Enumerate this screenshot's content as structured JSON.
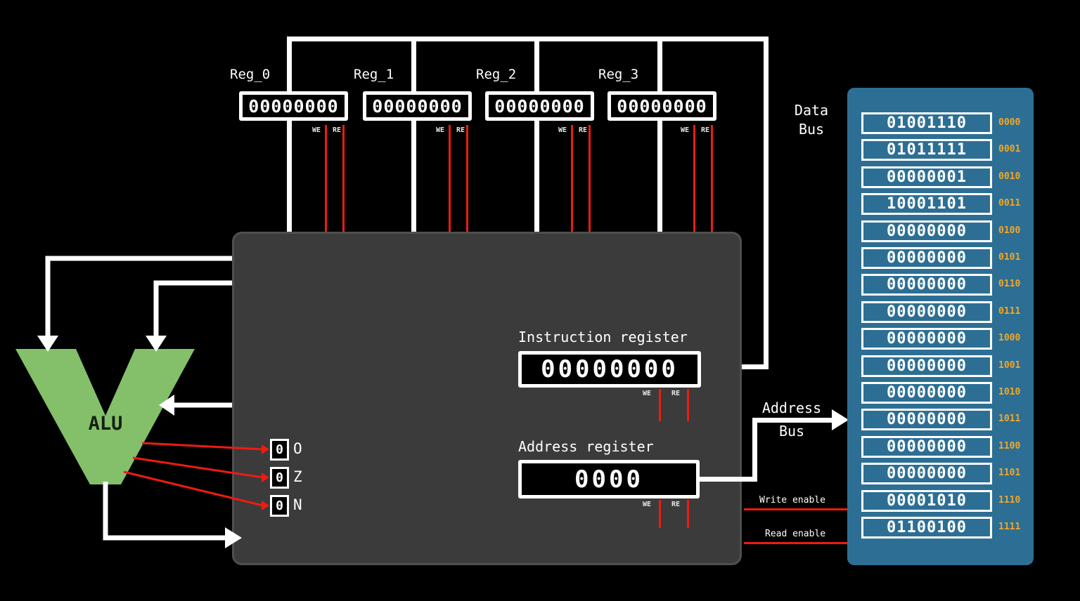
{
  "registers": {
    "items": [
      {
        "name": "Reg_0",
        "value": "00000000"
      },
      {
        "name": "Reg_1",
        "value": "00000000"
      },
      {
        "name": "Reg_2",
        "value": "00000000"
      },
      {
        "name": "Reg_3",
        "value": "00000000"
      }
    ]
  },
  "instruction_register": {
    "label": "Instruction register",
    "value": "00000000"
  },
  "address_register": {
    "label": "Address register",
    "value": "0000"
  },
  "alu": {
    "label": "ALU"
  },
  "flags": [
    {
      "label": "O",
      "value": "0"
    },
    {
      "label": "Z",
      "value": "0"
    },
    {
      "label": "N",
      "value": "0"
    }
  ],
  "buses": {
    "data": {
      "line1": "Data",
      "line2": "Bus"
    },
    "address": {
      "line1": "Address",
      "line2": "Bus"
    }
  },
  "signals": {
    "we": "WE",
    "re": "RE",
    "write_enable": "Write enable",
    "read_enable": "Read enable"
  },
  "memory": {
    "rows": [
      {
        "value": "01001110",
        "address": "0000"
      },
      {
        "value": "01011111",
        "address": "0001"
      },
      {
        "value": "00000001",
        "address": "0010"
      },
      {
        "value": "10001101",
        "address": "0011"
      },
      {
        "value": "00000000",
        "address": "0100"
      },
      {
        "value": "00000000",
        "address": "0101"
      },
      {
        "value": "00000000",
        "address": "0110"
      },
      {
        "value": "00000000",
        "address": "0111"
      },
      {
        "value": "00000000",
        "address": "1000"
      },
      {
        "value": "00000000",
        "address": "1001"
      },
      {
        "value": "00000000",
        "address": "1010"
      },
      {
        "value": "00000000",
        "address": "1011"
      },
      {
        "value": "00000000",
        "address": "1100"
      },
      {
        "value": "00000000",
        "address": "1101"
      },
      {
        "value": "00001010",
        "address": "1110"
      },
      {
        "value": "01100100",
        "address": "1111"
      }
    ]
  },
  "colors": {
    "background": "#000000",
    "wire_white": "#ffffff",
    "wire_red": "#ee1b12",
    "cpu_bg": "#3b3b3b",
    "cpu_border": "#4f4f4f",
    "alu_green": "#84c06a",
    "memory_bg": "#2d6f94",
    "memory_address_text": "#f5a623",
    "box_bg": "#000000",
    "box_border": "#ffffff",
    "text": "#ffffff"
  }
}
